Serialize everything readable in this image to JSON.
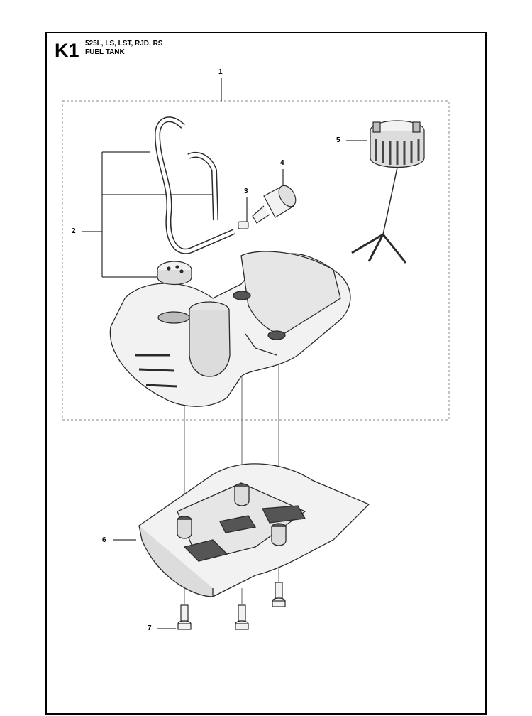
{
  "header": {
    "section_code": "K1",
    "models": "525L, LS, LST, RJD, RS",
    "title": "FUEL TANK"
  },
  "callouts": [
    {
      "number": "1",
      "part": "fuel tank assembly"
    },
    {
      "number": "2",
      "part": "fuel hose kit"
    },
    {
      "number": "3",
      "part": "clip"
    },
    {
      "number": "4",
      "part": "fuel filter"
    },
    {
      "number": "5",
      "part": "fuel cap"
    },
    {
      "number": "6",
      "part": "tank guard"
    },
    {
      "number": "7",
      "part": "screw"
    }
  ],
  "colors": {
    "line": "#000000",
    "part_stroke": "#2a2a2a",
    "fill": "#f2f2f2",
    "shade": "#bdbdbd",
    "dark": "#555555",
    "dash": "#888888"
  }
}
